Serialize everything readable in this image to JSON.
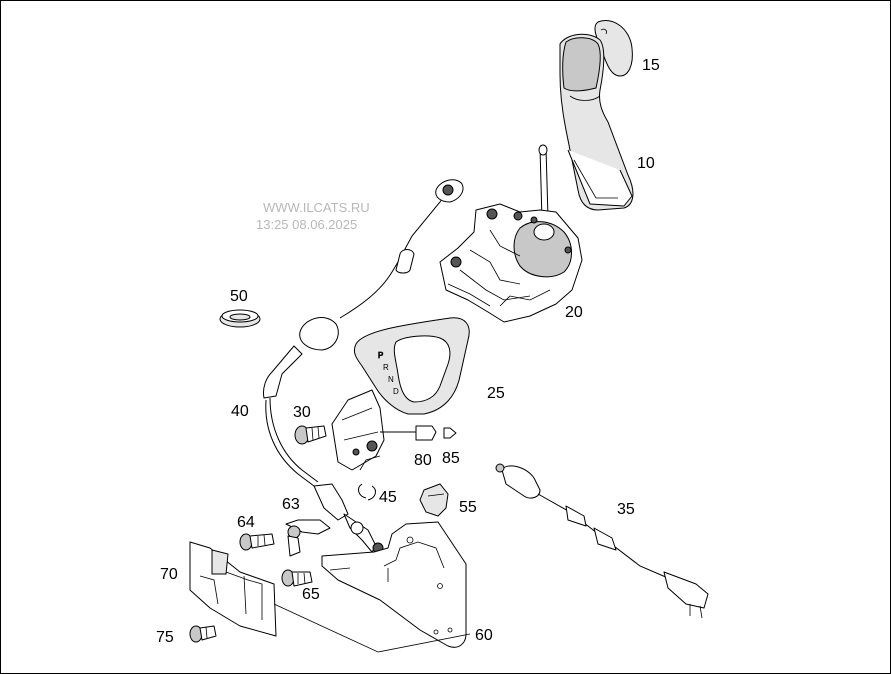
{
  "watermark": {
    "site": "WWW.ILCATS.RU",
    "timestamp": "13:25 08.06.2025"
  },
  "parts": [
    {
      "id": "p15",
      "label": "15",
      "name": "shift-knob-cover"
    },
    {
      "id": "p10",
      "label": "10",
      "name": "shift-boot"
    },
    {
      "id": "p20",
      "label": "20",
      "name": "shifter-assembly"
    },
    {
      "id": "p50",
      "label": "50",
      "name": "grommet-seal"
    },
    {
      "id": "p25",
      "label": "25",
      "name": "gear-indicator-cover"
    },
    {
      "id": "p40",
      "label": "40",
      "name": "shift-cable"
    },
    {
      "id": "p30",
      "label": "30",
      "name": "bolt"
    },
    {
      "id": "p80",
      "label": "80",
      "name": "bulb-socket"
    },
    {
      "id": "p85",
      "label": "85",
      "name": "bulb"
    },
    {
      "id": "p45",
      "label": "45",
      "name": "retaining-clip"
    },
    {
      "id": "p55",
      "label": "55",
      "name": "cable-clip"
    },
    {
      "id": "p35",
      "label": "35",
      "name": "sensor-harness"
    },
    {
      "id": "p63",
      "label": "63",
      "name": "lever-clip"
    },
    {
      "id": "p64",
      "label": "64",
      "name": "screw"
    },
    {
      "id": "p70",
      "label": "70",
      "name": "control-module"
    },
    {
      "id": "p65",
      "label": "65",
      "name": "screw"
    },
    {
      "id": "p75",
      "label": "75",
      "name": "bolt"
    },
    {
      "id": "p60",
      "label": "60",
      "name": "mounting-bracket"
    }
  ],
  "indicator_letters": [
    "P",
    "R",
    "N",
    "D"
  ]
}
